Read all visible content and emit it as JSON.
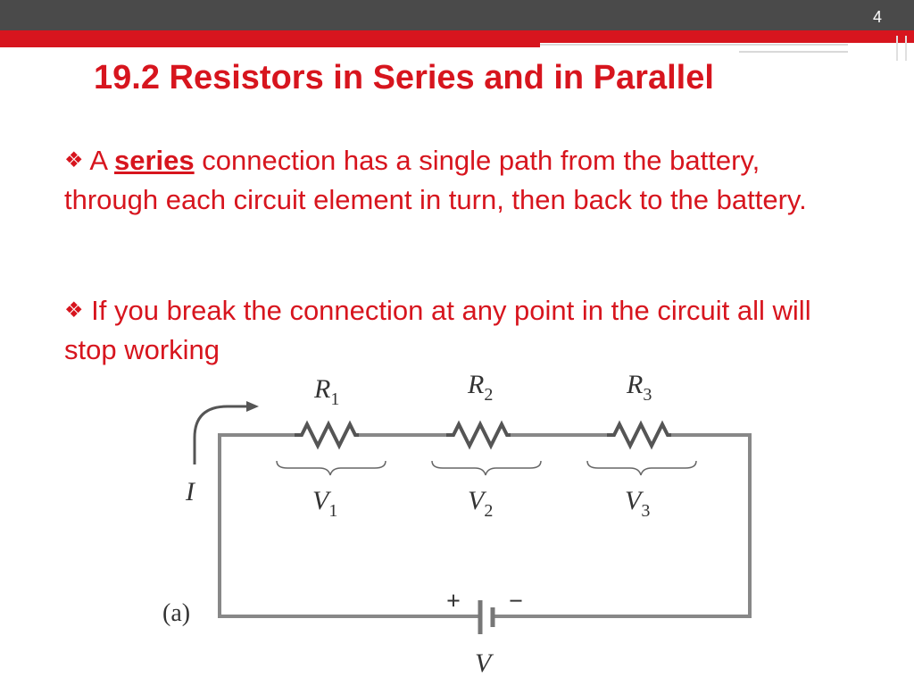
{
  "slide": {
    "number": "4",
    "title": "19.2 Resistors in Series and in Parallel",
    "bullets": [
      {
        "icon": "diamond-bullet-icon",
        "glyph": "❖",
        "lead": "A",
        "keyword": "series",
        "text": "connection has a single path from the battery, through each circuit element in turn, then back to the battery."
      },
      {
        "icon": "diamond-bullet-icon",
        "glyph": "❖",
        "text": "If you break the connection at any point in the circuit all will stop working"
      }
    ]
  },
  "circuit": {
    "current_label": "I",
    "part_label": "(a)",
    "battery": {
      "plus": "+",
      "minus": "−",
      "label": "V"
    },
    "resistors": [
      {
        "symbol": "R",
        "sub": "1",
        "voltage_symbol": "V",
        "voltage_sub": "1"
      },
      {
        "symbol": "R",
        "sub": "2",
        "voltage_symbol": "V",
        "voltage_sub": "2"
      },
      {
        "symbol": "R",
        "sub": "3",
        "voltage_symbol": "V",
        "voltage_sub": "3"
      }
    ]
  },
  "colors": {
    "accent": "#d7151e",
    "top_bar": "#4a4a4a",
    "wire": "#888888",
    "resistor": "#555555",
    "label": "#333333"
  }
}
